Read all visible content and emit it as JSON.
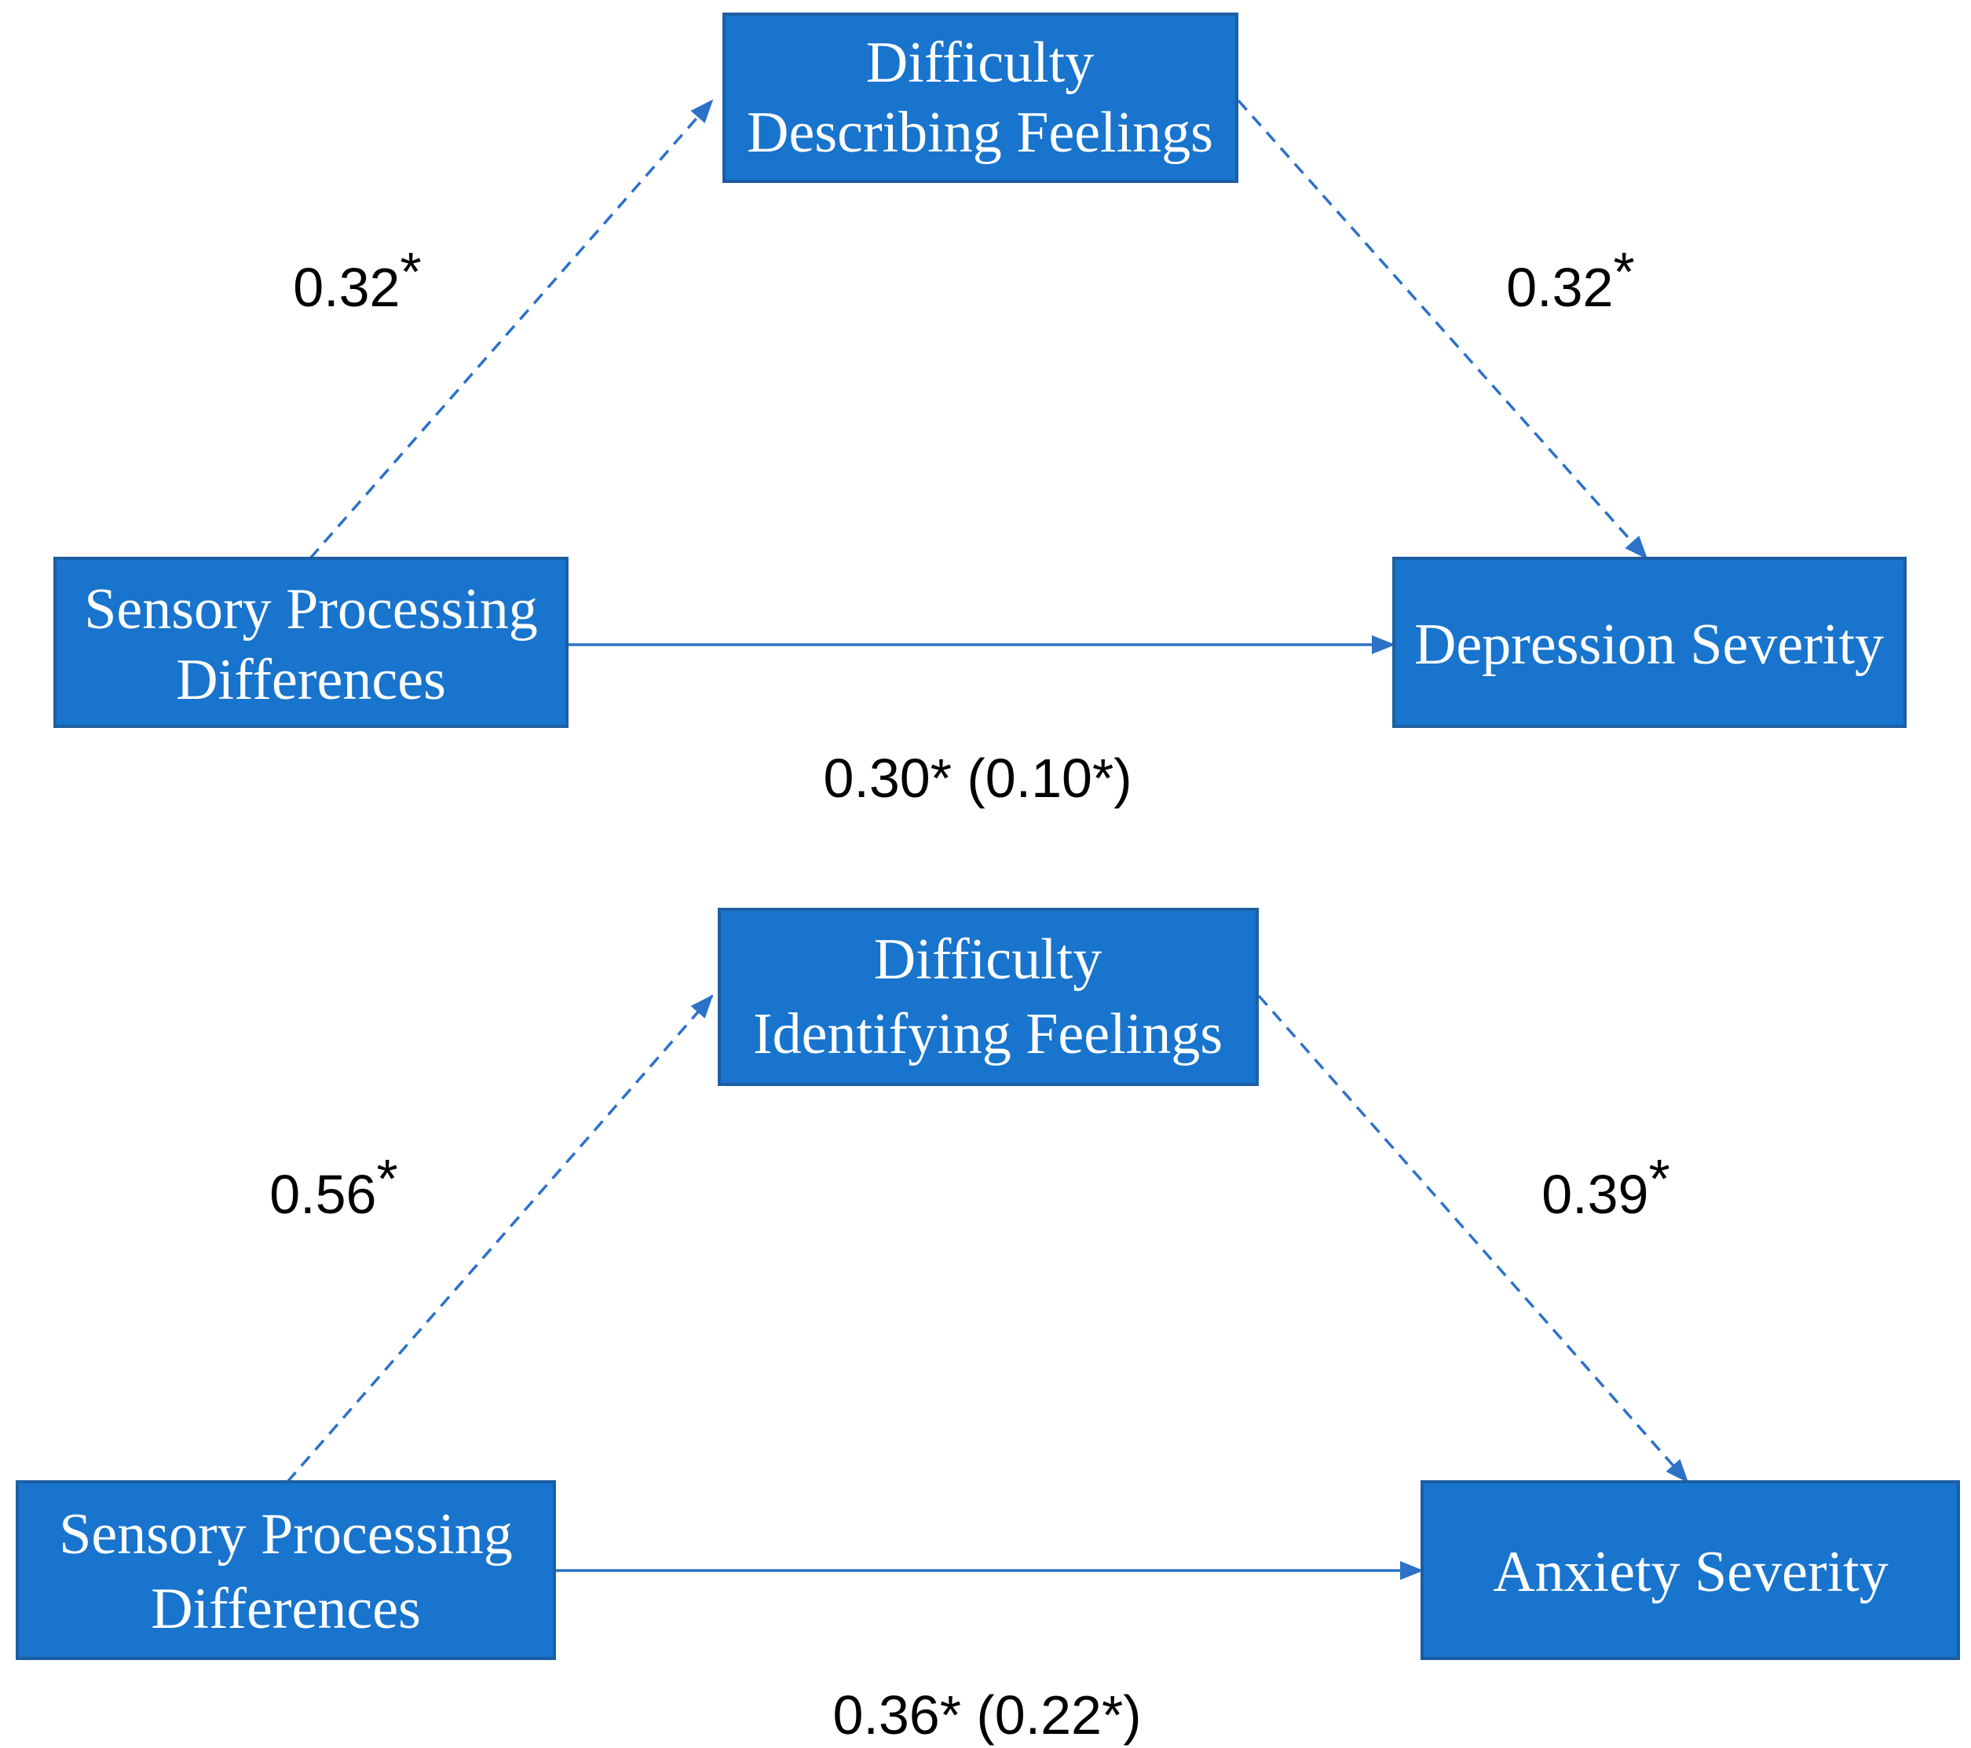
{
  "colors": {
    "box_fill": "#1874cd",
    "box_border": "#1d5ea3",
    "arrow": "#2b72c8",
    "box_text": "#ffffff",
    "coef_text": "#000000"
  },
  "models": [
    {
      "predictor": {
        "line1": "Sensory Processing",
        "line2": "Differences"
      },
      "mediator": {
        "line1": "Difficulty",
        "line2": "Describing Feelings"
      },
      "outcome": {
        "line1": "Depression Severity"
      },
      "path_a": {
        "value": "0.32",
        "mark": "*"
      },
      "path_b": {
        "value": "0.32",
        "mark": "*"
      },
      "path_c": {
        "label": "0.30* (0.10*)"
      }
    },
    {
      "predictor": {
        "line1": "Sensory Processing",
        "line2": "Differences"
      },
      "mediator": {
        "line1": "Difficulty",
        "line2": "Identifying Feelings"
      },
      "outcome": {
        "line1": "Anxiety Severity"
      },
      "path_a": {
        "value": "0.56",
        "mark": "*"
      },
      "path_b": {
        "value": "0.39",
        "mark": "*"
      },
      "path_c": {
        "label": "0.36* (0.22*)"
      }
    }
  ]
}
